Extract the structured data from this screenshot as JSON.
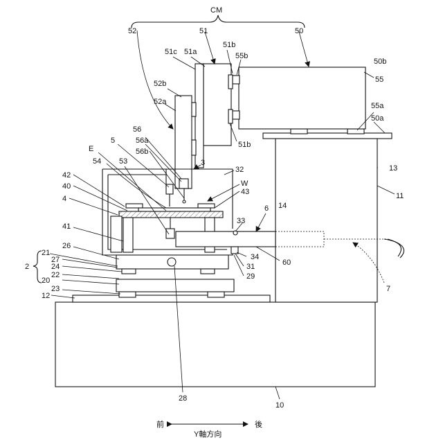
{
  "group_label": "CM",
  "labels": {
    "l52": "52",
    "l51": "51",
    "l50": "50",
    "l51c": "51c",
    "l51a": "51a",
    "l51b_top": "51b",
    "l55b": "55b",
    "l50b": "50b",
    "l55": "55",
    "l52b": "52b",
    "l52a": "52a",
    "l55a": "55a",
    "l50a": "50a",
    "l56": "56",
    "l56a": "56a",
    "l56b": "56b",
    "l51b_bot": "51b",
    "lE": "E",
    "l5": "5",
    "l54": "54",
    "l53": "53",
    "l3": "3",
    "l32": "32",
    "lW": "W",
    "l43": "43",
    "l42": "42",
    "l40": "40",
    "l4": "4",
    "l13": "13",
    "l11": "11",
    "l6": "6",
    "l14": "14",
    "l33": "33",
    "l41": "41",
    "l26": "26",
    "l21": "21",
    "l27": "27",
    "l24": "24",
    "l22": "22",
    "l20": "20",
    "l23": "23",
    "l12": "12",
    "l2": "2",
    "l34": "34",
    "l31": "31",
    "l29": "29",
    "l60": "60",
    "l7": "7",
    "l28": "28",
    "l10": "10"
  },
  "axis": {
    "front": "前",
    "back": "後",
    "caption": "Y軸方向"
  }
}
